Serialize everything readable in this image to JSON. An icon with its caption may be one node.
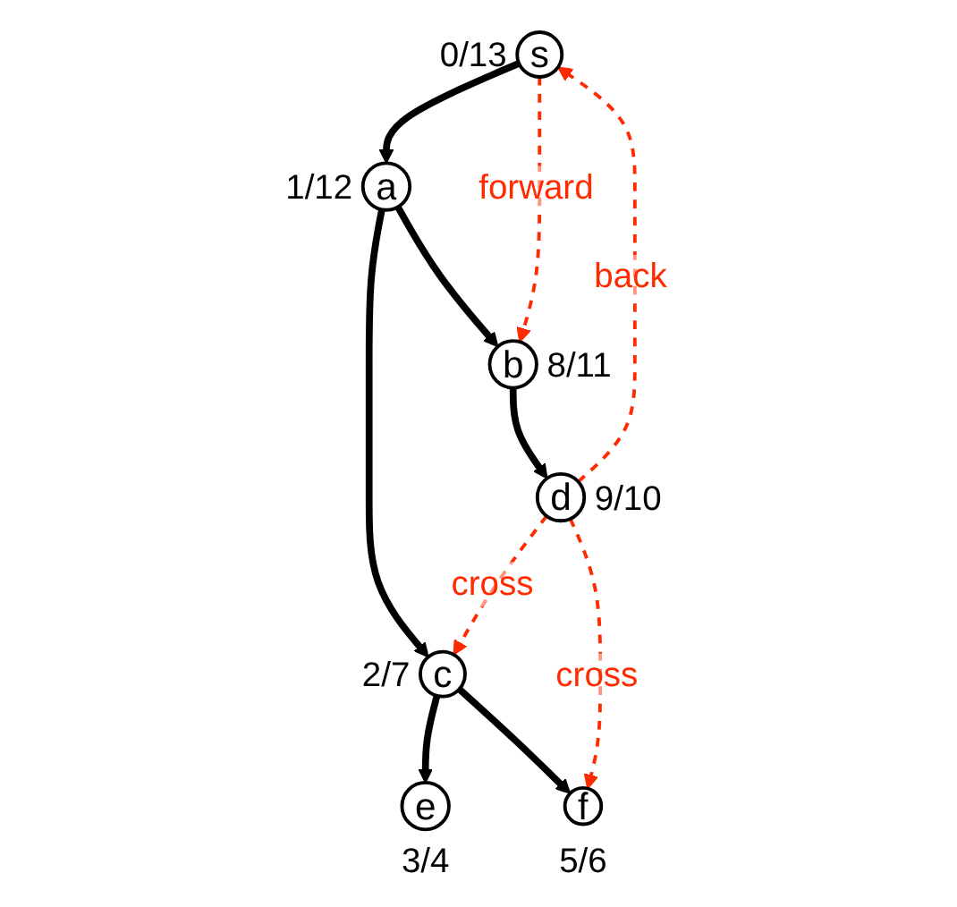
{
  "diagram": {
    "nodes": [
      {
        "text": [
          "s"
        ],
        "beside": [
          "0/13"
        ]
      },
      {
        "text": [
          "a"
        ],
        "beside": [
          "1/12"
        ]
      },
      {
        "text": [
          "c"
        ],
        "beside": [
          "2/7"
        ]
      },
      {
        "text": [
          "b"
        ],
        "beside": [
          "8/11"
        ]
      },
      {
        "text": [
          "e"
        ],
        "beside": [
          "3/4"
        ]
      },
      {
        "text": [
          "f"
        ],
        "beside": [
          "5/6"
        ]
      },
      {
        "text": [
          "d"
        ],
        "beside": [
          "9/10"
        ]
      }
    ],
    "edges": [
      {
        "from": 0,
        "to": 1,
        "arrow": "to"
      },
      {
        "from": 1,
        "to": 2,
        "arrow": "to"
      },
      {
        "from": 1,
        "to": 3,
        "arrow": "to"
      },
      {
        "from": 3,
        "to": 6,
        "arrow": "to"
      },
      {
        "from": 2,
        "to": 4,
        "arrow": "to"
      },
      {
        "from": 2,
        "to": 5,
        "arrow": "to"
      },
      {
        "from": 0,
        "to": 3,
        "arrow": "to",
        "style": "dashed",
        "color": "#ff2a00",
        "label": "forward"
      },
      {
        "from": 6,
        "to": 0,
        "arrow": "to",
        "style": "dashed",
        "color": "#ff2a00",
        "label": "back"
      },
      {
        "from": 6,
        "to": 2,
        "arrow": "to",
        "style": "dashed",
        "color": "#ff2a00",
        "label": "cross"
      },
      {
        "from": 6,
        "to": 5,
        "arrow": "to",
        "style": "dashed",
        "color": "#ff2a00",
        "label": "cross"
      }
    ]
  }
}
